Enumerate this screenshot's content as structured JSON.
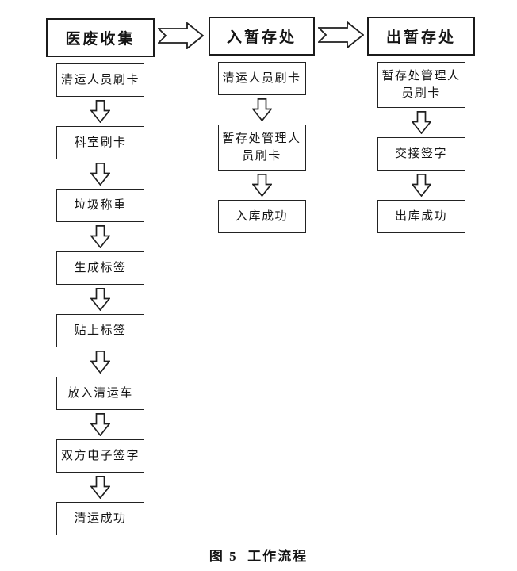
{
  "figure": {
    "caption": "图 5  工作流程",
    "columns": [
      {
        "header": "医废收集",
        "steps": [
          "清运人员刷卡",
          "科室刷卡",
          "垃圾称重",
          "生成标签",
          "贴上标签",
          "放入清运车",
          "双方电子签字",
          "清运成功"
        ]
      },
      {
        "header": "入暂存处",
        "steps": [
          "清运人员刷卡",
          "暂存处管理人员刷卡",
          "入库成功"
        ]
      },
      {
        "header": "出暂存处",
        "steps": [
          "暂存处管理人员刷卡",
          "交接签字",
          "出库成功"
        ]
      }
    ],
    "icons": {
      "right_arrow": "right-arrow-icon",
      "down_arrow": "down-arrow-icon"
    },
    "colors": {
      "line": "#1f1f1f",
      "text": "#141414",
      "background": "#ffffff"
    }
  }
}
